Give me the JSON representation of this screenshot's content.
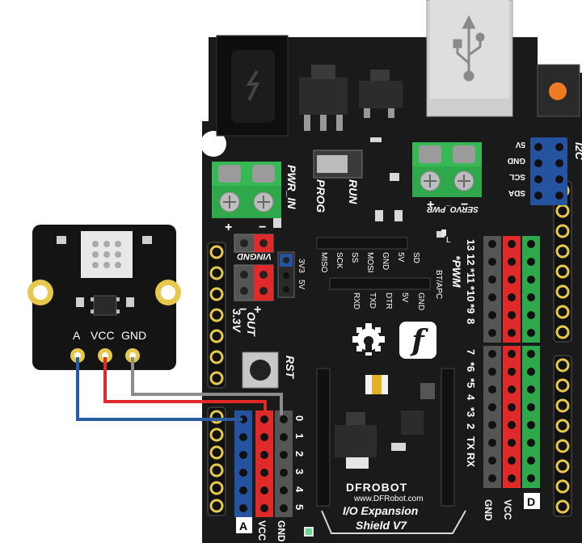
{
  "sensor": {
    "pin_labels": [
      "A",
      "VCC",
      "GND"
    ]
  },
  "shield": {
    "logo_brand": "DFROBOT",
    "website": "www.DFRobot.com",
    "product_line1": "I/O Expansion",
    "product_line2": "Shield V7",
    "pwr_in_label": "PWR_IN",
    "prog_label": "PROG",
    "run_label": "RUN",
    "servo_pwr_label": "SERVO_PWR",
    "i2c_label": "I2C",
    "i2c_pins": [
      "5V",
      "GND",
      "SCL",
      "SDA"
    ],
    "vin_gnd_label": "VINGND",
    "v33_label": "3.3V",
    "out_label": "OUT",
    "rst_label": "RST",
    "sel_3v3": "3V3",
    "sel_5v": "5V",
    "spi_top": [
      "MISO",
      "SCK",
      "SS",
      "MOSI",
      "GND",
      "5V",
      "SD"
    ],
    "spi_bottom": [
      "RXD",
      "TXD",
      "DTR",
      "5V",
      "GND"
    ],
    "bt_apc": "BT/APC",
    "pwm_label": "*PWM",
    "led_label": "L",
    "digital_numbers_upper": [
      "13",
      "12",
      "*11",
      "*10",
      "*9",
      "8"
    ],
    "digital_numbers_lower": [
      "7",
      "*6",
      "*5",
      "4",
      "*3",
      "2",
      "TX",
      "RX"
    ],
    "digital_col_labels": [
      "GND",
      "VCC"
    ],
    "digital_tag": "D",
    "analog_numbers": [
      "0",
      "1",
      "2",
      "3",
      "4",
      "5"
    ],
    "analog_col_labels": [
      "VCC",
      "GND"
    ],
    "analog_tag": "A",
    "plus": "+",
    "minus": "−"
  },
  "wires": [
    {
      "from": "A",
      "to": "A0",
      "color": "#2c5a9e"
    },
    {
      "from": "VCC",
      "to": "VCC",
      "color": "#e02a2a"
    },
    {
      "from": "GND",
      "to": "GND",
      "color": "#8c8c8c"
    }
  ]
}
